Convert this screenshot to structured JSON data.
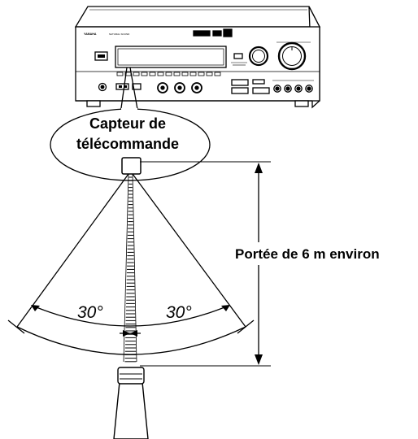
{
  "labels": {
    "sensor_line1": "Capteur de",
    "sensor_line2": "télécommande",
    "range": "Portée de 6 m environ",
    "angle_left": "30°",
    "angle_right": "30°"
  },
  "receiver_panel": {
    "brand": "YAMAHA",
    "model": "NATURAL SOUND"
  },
  "colors": {
    "line": "#000000",
    "background": "#ffffff",
    "panel": "#ffffff"
  }
}
